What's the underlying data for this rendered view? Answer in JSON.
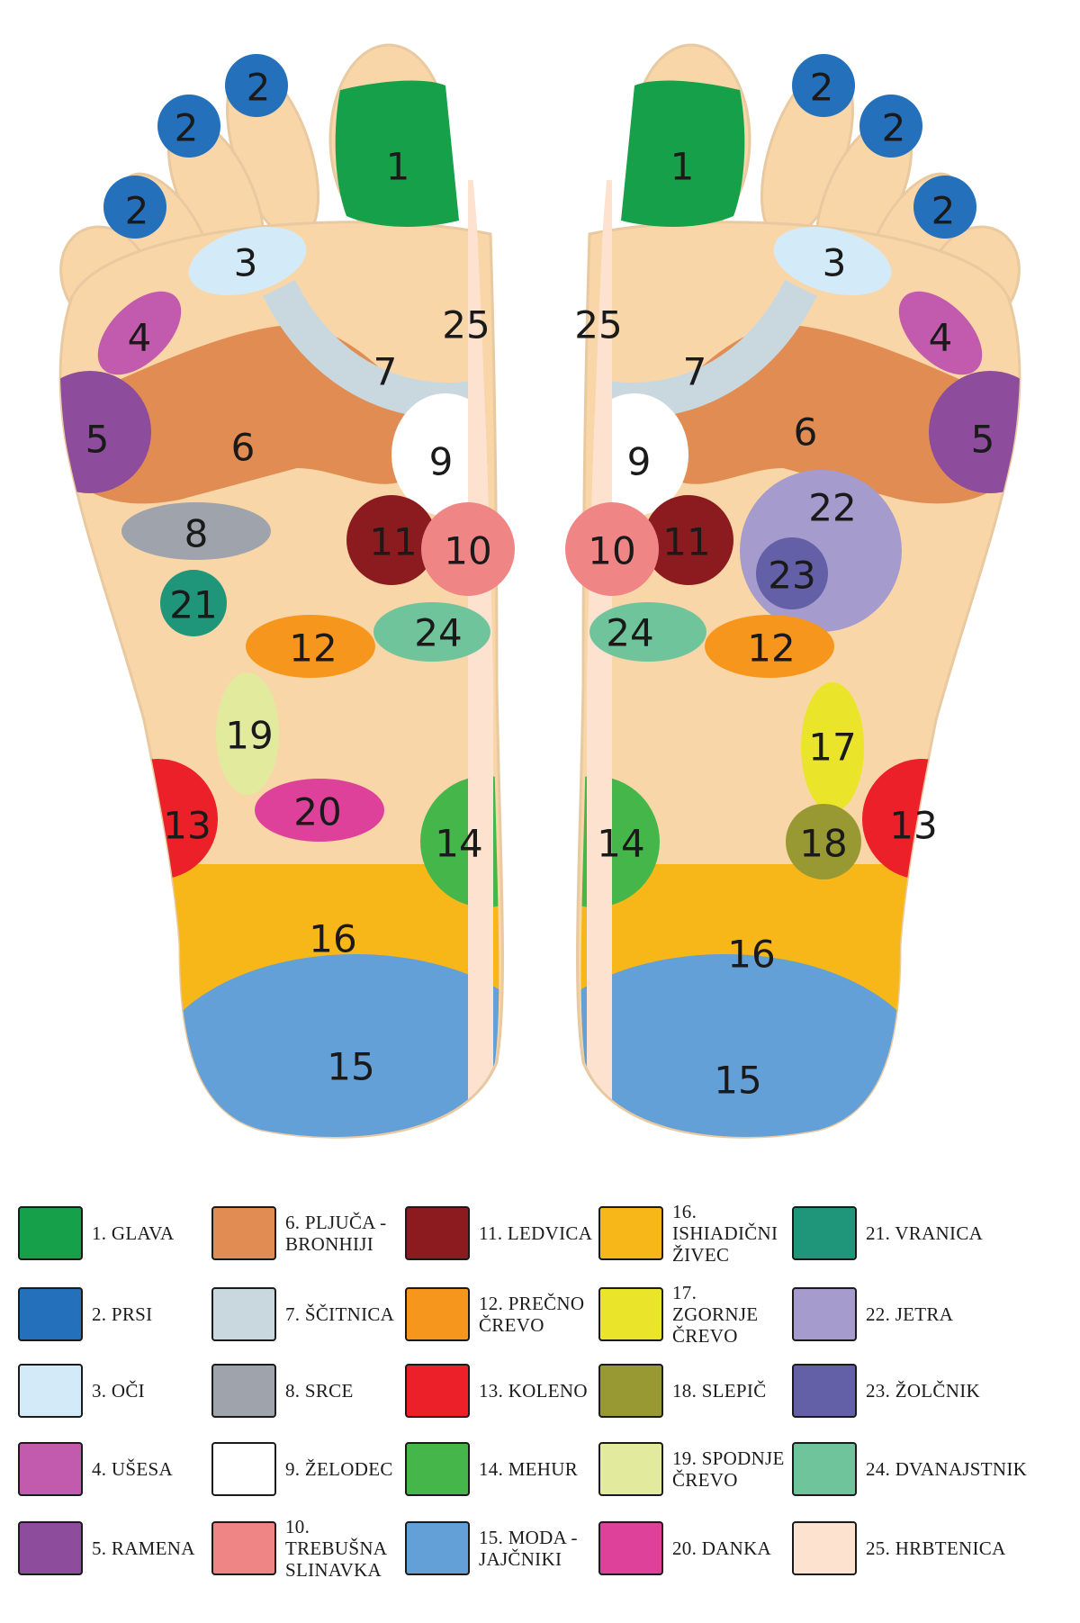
{
  "colors": {
    "skin": "#f9d6a8",
    "skin_outline": "#e9c9a0",
    "spine": "#fde2d0"
  },
  "zones_left": [
    {
      "label": "1",
      "color": "#17a04a"
    },
    {
      "label": "2",
      "color": "#2470bb"
    },
    {
      "label": "2",
      "color": "#2470bb"
    },
    {
      "label": "2",
      "color": "#2470bb"
    },
    {
      "label": "3",
      "color": "#d3ebf8"
    },
    {
      "label": "4",
      "color": "#c25aad"
    },
    {
      "label": "5",
      "color": "#8e4c9c"
    },
    {
      "label": "6",
      "color": "#e08c52"
    },
    {
      "label": "7",
      "color": "#c9d8df"
    },
    {
      "label": "8",
      "color": "#9fa4ac"
    },
    {
      "label": "9",
      "color": "#ffffff"
    },
    {
      "label": "10",
      "color": "#f08585"
    },
    {
      "label": "11",
      "color": "#8c1b1f"
    },
    {
      "label": "12",
      "color": "#f6961c"
    },
    {
      "label": "13",
      "color": "#ec2029"
    },
    {
      "label": "14",
      "color": "#45b649"
    },
    {
      "label": "15",
      "color": "#63a0d8"
    },
    {
      "label": "16",
      "color": "#f8b718"
    },
    {
      "label": "19",
      "color": "#e2ea9e"
    },
    {
      "label": "20",
      "color": "#de4199"
    },
    {
      "label": "21",
      "color": "#1f957a"
    },
    {
      "label": "24",
      "color": "#6fc49b"
    },
    {
      "label": "25",
      "color": "#fde2d0"
    }
  ],
  "zones_right": [
    {
      "label": "1",
      "color": "#17a04a"
    },
    {
      "label": "2",
      "color": "#2470bb"
    },
    {
      "label": "2",
      "color": "#2470bb"
    },
    {
      "label": "2",
      "color": "#2470bb"
    },
    {
      "label": "3",
      "color": "#d3ebf8"
    },
    {
      "label": "4",
      "color": "#c25aad"
    },
    {
      "label": "5",
      "color": "#8e4c9c"
    },
    {
      "label": "6",
      "color": "#e08c52"
    },
    {
      "label": "7",
      "color": "#c9d8df"
    },
    {
      "label": "9",
      "color": "#ffffff"
    },
    {
      "label": "10",
      "color": "#f08585"
    },
    {
      "label": "11",
      "color": "#8c1b1f"
    },
    {
      "label": "12",
      "color": "#f6961c"
    },
    {
      "label": "13",
      "color": "#ec2029"
    },
    {
      "label": "14",
      "color": "#45b649"
    },
    {
      "label": "15",
      "color": "#63a0d8"
    },
    {
      "label": "16",
      "color": "#f8b718"
    },
    {
      "label": "17",
      "color": "#eae52a"
    },
    {
      "label": "18",
      "color": "#999933"
    },
    {
      "label": "22",
      "color": "#a59bcc"
    },
    {
      "label": "23",
      "color": "#6360a8"
    },
    {
      "label": "24",
      "color": "#6fc49b"
    },
    {
      "label": "25",
      "color": "#fde2d0"
    }
  ],
  "legend": [
    {
      "label": "1. GLAVA",
      "color": "#17a04a"
    },
    {
      "label": "2. PRSI",
      "color": "#2470bb"
    },
    {
      "label": "3. OČI",
      "color": "#d3ebf8"
    },
    {
      "label": "4. UŠESA",
      "color": "#c25aad"
    },
    {
      "label": "5. RAMENA",
      "color": "#8e4c9c"
    },
    {
      "label": "6. PLJUČA - BRONHIJI",
      "color": "#e08c52"
    },
    {
      "label": "7. ŠČITNICA",
      "color": "#c9d8df"
    },
    {
      "label": "8. SRCE",
      "color": "#9fa4ac"
    },
    {
      "label": "9. ŽELODEC",
      "color": "#ffffff"
    },
    {
      "label": "10. TREBUŠNA SLINAVKA",
      "color": "#f08585"
    },
    {
      "label": "11. LEDVICA",
      "color": "#8c1b1f"
    },
    {
      "label": "12. PREČNO ČREVO",
      "color": "#f6961c"
    },
    {
      "label": "13. KOLENO",
      "color": "#ec2029"
    },
    {
      "label": "14. MEHUR",
      "color": "#45b649"
    },
    {
      "label": "15. MODA - JAJČNIKI",
      "color": "#63a0d8"
    },
    {
      "label": "16. ISHIADIČNI ŽIVEC",
      "color": "#f8b718"
    },
    {
      "label": "17. ZGORNJE ČREVO",
      "color": "#eae52a"
    },
    {
      "label": "18. SLEPIČ",
      "color": "#999933"
    },
    {
      "label": "19. SPODNJE ČREVO",
      "color": "#e2ea9e"
    },
    {
      "label": "20. DANKA",
      "color": "#de4199"
    },
    {
      "label": "21. VRANICA",
      "color": "#1f957a"
    },
    {
      "label": "22. JETRA",
      "color": "#a59bcc"
    },
    {
      "label": "23. ŽOLČNIK",
      "color": "#6360a8"
    },
    {
      "label": "24. DVANAJSTNIK",
      "color": "#6fc49b"
    },
    {
      "label": "25. HRBTENICA",
      "color": "#fde2d0"
    }
  ]
}
